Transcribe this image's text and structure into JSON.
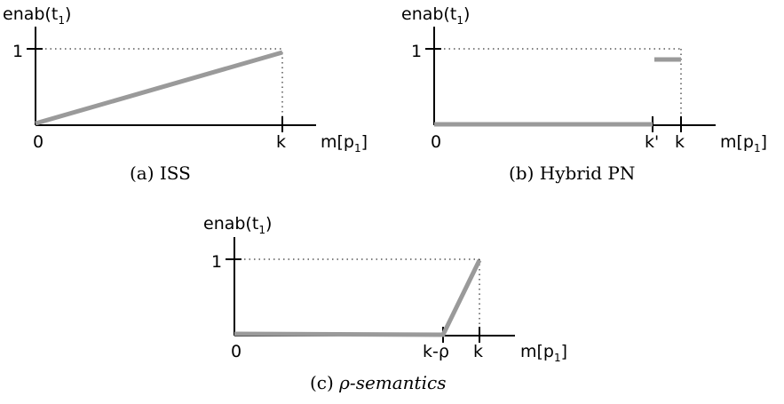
{
  "panels": {
    "a": {
      "ylabel_main": "enab(t",
      "ylabel_sub": "1",
      "ylabel_close": ")",
      "y_tick_one": "1",
      "x_origin": "0",
      "x_tick_k": "k",
      "xlabel_main": "m[p",
      "xlabel_sub": "1",
      "xlabel_close": "]",
      "caption": "(a) ISS"
    },
    "b": {
      "ylabel_main": "enab(t",
      "ylabel_sub": "1",
      "ylabel_close": ")",
      "y_tick_one": "1",
      "x_origin": "0",
      "x_tick_kprime": "k'",
      "x_tick_k": "k",
      "xlabel_main": "m[p",
      "xlabel_sub": "1",
      "xlabel_close": "]",
      "caption": "(b) Hybrid PN"
    },
    "c": {
      "ylabel_main": "enab(t",
      "ylabel_sub": "1",
      "ylabel_close": ")",
      "y_tick_one": "1",
      "x_origin": "0",
      "x_tick_krho": "k-ρ",
      "x_tick_k": "k",
      "xlabel_main": "m[p",
      "xlabel_sub": "1",
      "xlabel_close": "]",
      "caption_prefix": "(c) ",
      "caption_italic": "ρ-semantics"
    }
  },
  "colors": {
    "curve": "#9a9a9a",
    "axis": "#000000"
  }
}
